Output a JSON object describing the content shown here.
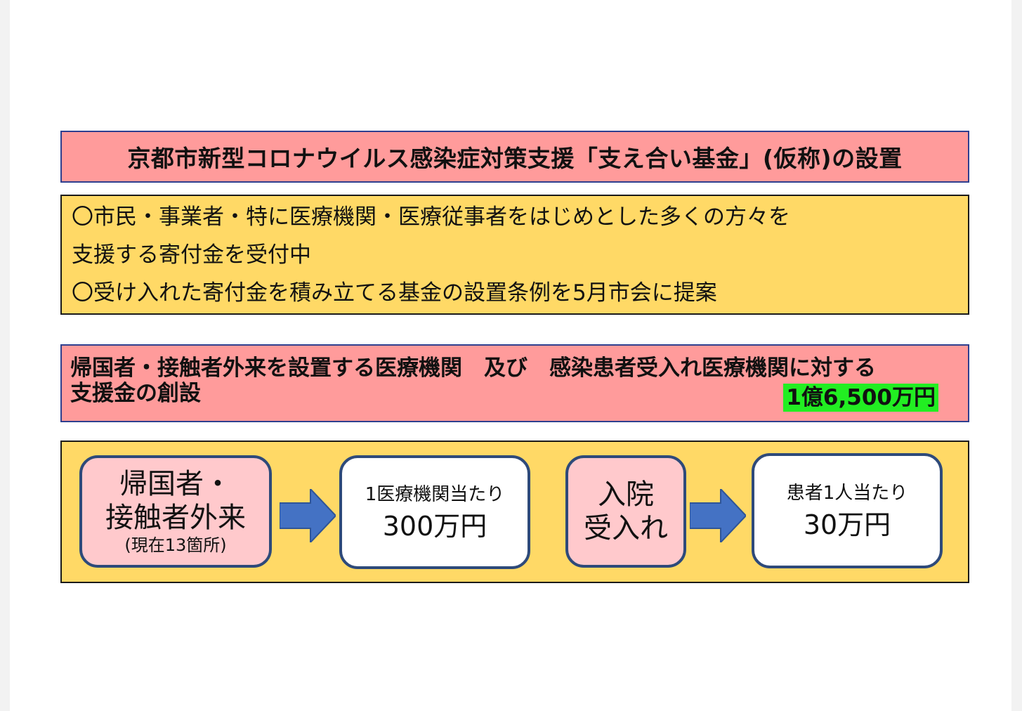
{
  "header": {
    "title": "京都市新型コロナウイルス感染症対策支援「支え合い基金」(仮称)の設置"
  },
  "info": {
    "line1": "〇市民・事業者・特に医療機関・医療従事者をはじめとした多くの方々を",
    "line2": " 支援する寄付金を受付中",
    "line3": "〇受け入れた寄付金を積み立てる基金の設置条例を5月市会に提案"
  },
  "section2": {
    "line1": "帰国者・接触者外来を設置する医療機関　及び　感染患者受入れ医療機関に対する",
    "line2": "支援金の創設",
    "amount": "1億6,500万円"
  },
  "flow": {
    "node1": {
      "line1": "帰国者・",
      "line2": "接触者外来",
      "note": "(現在13箇所)"
    },
    "node2": {
      "label": "1医療機関当たり",
      "value": "300万円"
    },
    "node3": {
      "line1": "入院",
      "line2": "受入れ"
    },
    "node4": {
      "label": "患者1人当たり",
      "value": "30万円"
    }
  },
  "colors": {
    "title_bg": "#ff9b9b",
    "info_bg": "#ffd966",
    "amount_bg": "#22ee22",
    "node_pink": "#ffc9cc",
    "node_border": "#2e4a7a",
    "arrow": "#4472c4"
  }
}
